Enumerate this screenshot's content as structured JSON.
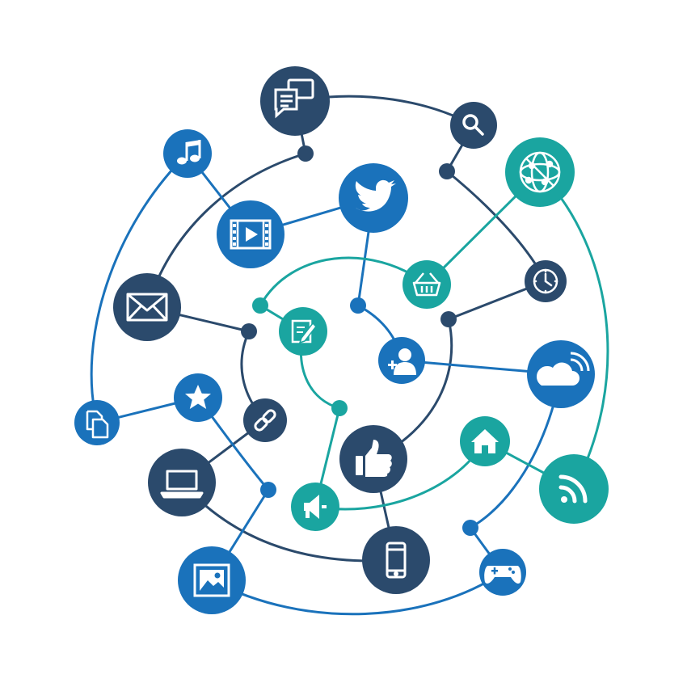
{
  "colors": {
    "navy": "#2b4a6c",
    "blue": "#1a72bb",
    "teal": "#1aa5a0",
    "background": "#ffffff",
    "icon": "#ffffff"
  },
  "nodes": [
    {
      "id": "chat",
      "icon": "chat-bubbles-icon",
      "color": "navy"
    },
    {
      "id": "search",
      "icon": "magnifier-icon",
      "color": "navy"
    },
    {
      "id": "globe",
      "icon": "globe-network-icon",
      "color": "teal"
    },
    {
      "id": "music",
      "icon": "music-note-icon",
      "color": "blue"
    },
    {
      "id": "twitter",
      "icon": "twitter-bird-icon",
      "color": "blue"
    },
    {
      "id": "video",
      "icon": "film-play-icon",
      "color": "blue"
    },
    {
      "id": "basket",
      "icon": "shopping-basket-icon",
      "color": "teal"
    },
    {
      "id": "clock",
      "icon": "clock-icon",
      "color": "navy"
    },
    {
      "id": "mail",
      "icon": "envelope-icon",
      "color": "navy"
    },
    {
      "id": "edit",
      "icon": "edit-note-icon",
      "color": "teal"
    },
    {
      "id": "user-add",
      "icon": "add-user-icon",
      "color": "blue"
    },
    {
      "id": "cloud",
      "icon": "cloud-wifi-icon",
      "color": "blue"
    },
    {
      "id": "files",
      "icon": "documents-icon",
      "color": "blue"
    },
    {
      "id": "star",
      "icon": "star-icon",
      "color": "blue"
    },
    {
      "id": "link",
      "icon": "chain-link-icon",
      "color": "navy"
    },
    {
      "id": "home",
      "icon": "home-icon",
      "color": "teal"
    },
    {
      "id": "like",
      "icon": "thumbs-up-icon",
      "color": "navy"
    },
    {
      "id": "laptop",
      "icon": "laptop-icon",
      "color": "navy"
    },
    {
      "id": "rss",
      "icon": "rss-feed-icon",
      "color": "teal"
    },
    {
      "id": "megaphone",
      "icon": "megaphone-icon",
      "color": "teal"
    },
    {
      "id": "picture",
      "icon": "image-icon",
      "color": "blue"
    },
    {
      "id": "phone",
      "icon": "smartphone-icon",
      "color": "navy"
    },
    {
      "id": "gamepad",
      "icon": "gamepad-icon",
      "color": "blue"
    }
  ]
}
